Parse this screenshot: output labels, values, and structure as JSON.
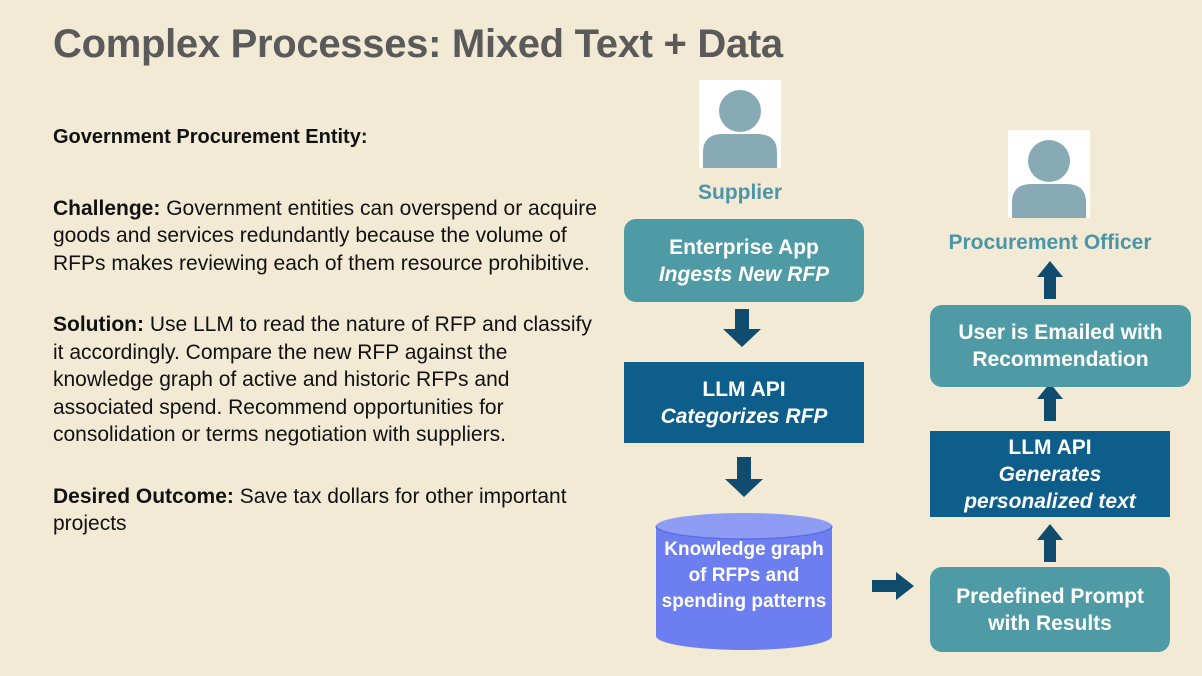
{
  "title": "Complex Processes: Mixed Text + Data",
  "left": {
    "entity": "Government Procurement Entity:",
    "challenge": {
      "label": "Challenge:",
      "text": " Government entities can overspend or acquire goods and services redundantly because the volume of RFPs makes reviewing each of them resource prohibitive."
    },
    "solution": {
      "label": "Solution:",
      "text": " Use LLM to read the nature of RFP and classify it accordingly. Compare the new RFP against the knowledge graph of active and historic RFPs and associated spend. Recommend opportunities for consolidation or terms negotiation with suppliers."
    },
    "outcome": {
      "label": "Desired Outcome:",
      "text": " Save tax dollars for other important projects"
    }
  },
  "diagram": {
    "supplier_label": "Supplier",
    "officer_label": "Procurement Officer",
    "enterprise_app": {
      "line1": "Enterprise App",
      "line2": "Ingests New RFP"
    },
    "llm_api_1": {
      "line1": "LLM API",
      "line2": "Categorizes RFP"
    },
    "knowledge_graph": "Knowledge graph of RFPs and spending patterns",
    "predefined_prompt": {
      "line1": "Predefined Prompt",
      "line2": "with Results"
    },
    "llm_api_2": {
      "line1": "LLM API",
      "line2": "Generates",
      "line3": "personalized text"
    },
    "email": {
      "line1": "User is Emailed with",
      "line2": "Recommendation"
    },
    "icons": [
      "user-avatar-icon",
      "arrow-down-icon",
      "arrow-up-icon",
      "arrow-right-icon",
      "database-cylinder-icon"
    ]
  },
  "colors": {
    "background": "#f3ead6",
    "title": "#5a5a5a",
    "teal": "#4e9ba5",
    "navy": "#0d5e8a",
    "arrow": "#0f4c6e",
    "cylinder": "#6d7ff0",
    "label": "#4a96a6",
    "avatar": "#87aab5"
  }
}
